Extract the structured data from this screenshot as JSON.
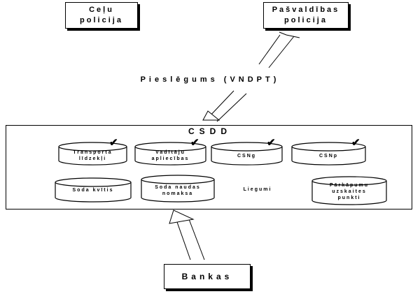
{
  "top": {
    "celu_policija": [
      "Ceļu",
      "policija"
    ],
    "pasvaldibas_policija": [
      "Pašvaldības",
      "policija"
    ]
  },
  "pieslegums": "Pieslēgums (VNDPT)",
  "csdd": {
    "title": "CSDD",
    "databases": [
      {
        "id": "transporta",
        "lines": [
          "Transporta",
          "līdzekļi"
        ],
        "checked": true
      },
      {
        "id": "vaditaju",
        "lines": [
          "Vadītāju",
          "apliecības"
        ],
        "checked": true
      },
      {
        "id": "csng",
        "lines": [
          "CSNg"
        ],
        "checked": true
      },
      {
        "id": "csnp",
        "lines": [
          "CSNp"
        ],
        "checked": true
      },
      {
        "id": "soda-kvitis",
        "lines": [
          "Soda kvītis"
        ],
        "checked": false
      },
      {
        "id": "soda-naudas",
        "lines": [
          "Soda naudas",
          "nomaksa"
        ],
        "checked": false
      },
      {
        "id": "parkapumu",
        "lines": [
          "Pārkāpumu",
          "uzskaites",
          "punkti"
        ],
        "checked": false
      }
    ],
    "liegumi": "Liegumi"
  },
  "bankas": "Bankas",
  "icons": {
    "check": "check-mark-icon",
    "arrow": "double-line-arrow-icon"
  }
}
